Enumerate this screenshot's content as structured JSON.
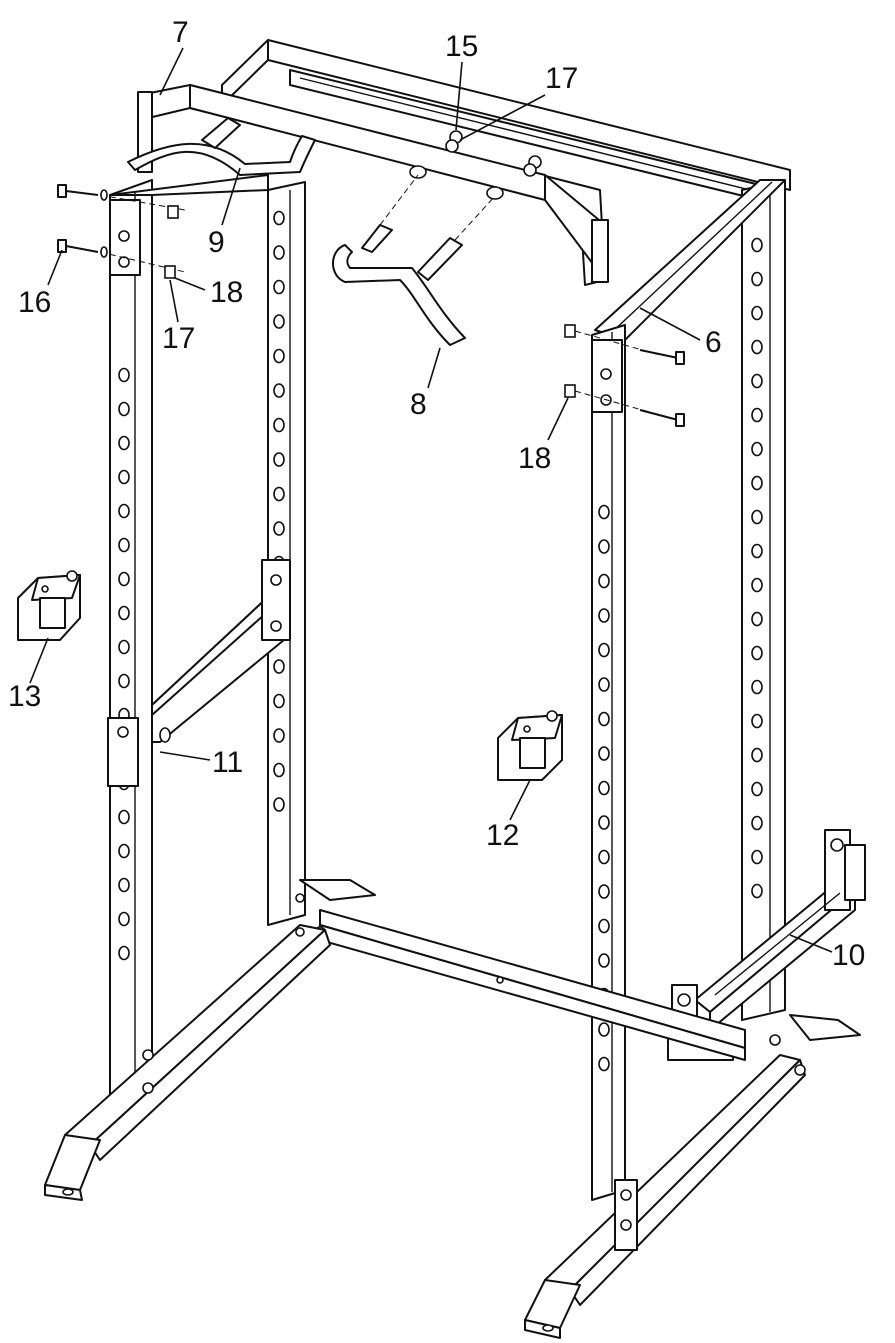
{
  "callouts": {
    "c6": "6",
    "c7": "7",
    "c8": "8",
    "c9": "9",
    "c10": "10",
    "c11": "11",
    "c12": "12",
    "c13": "13",
    "c15": "15",
    "c16": "16",
    "c17a": "17",
    "c17b": "17",
    "c18a": "18",
    "c18b": "18"
  }
}
